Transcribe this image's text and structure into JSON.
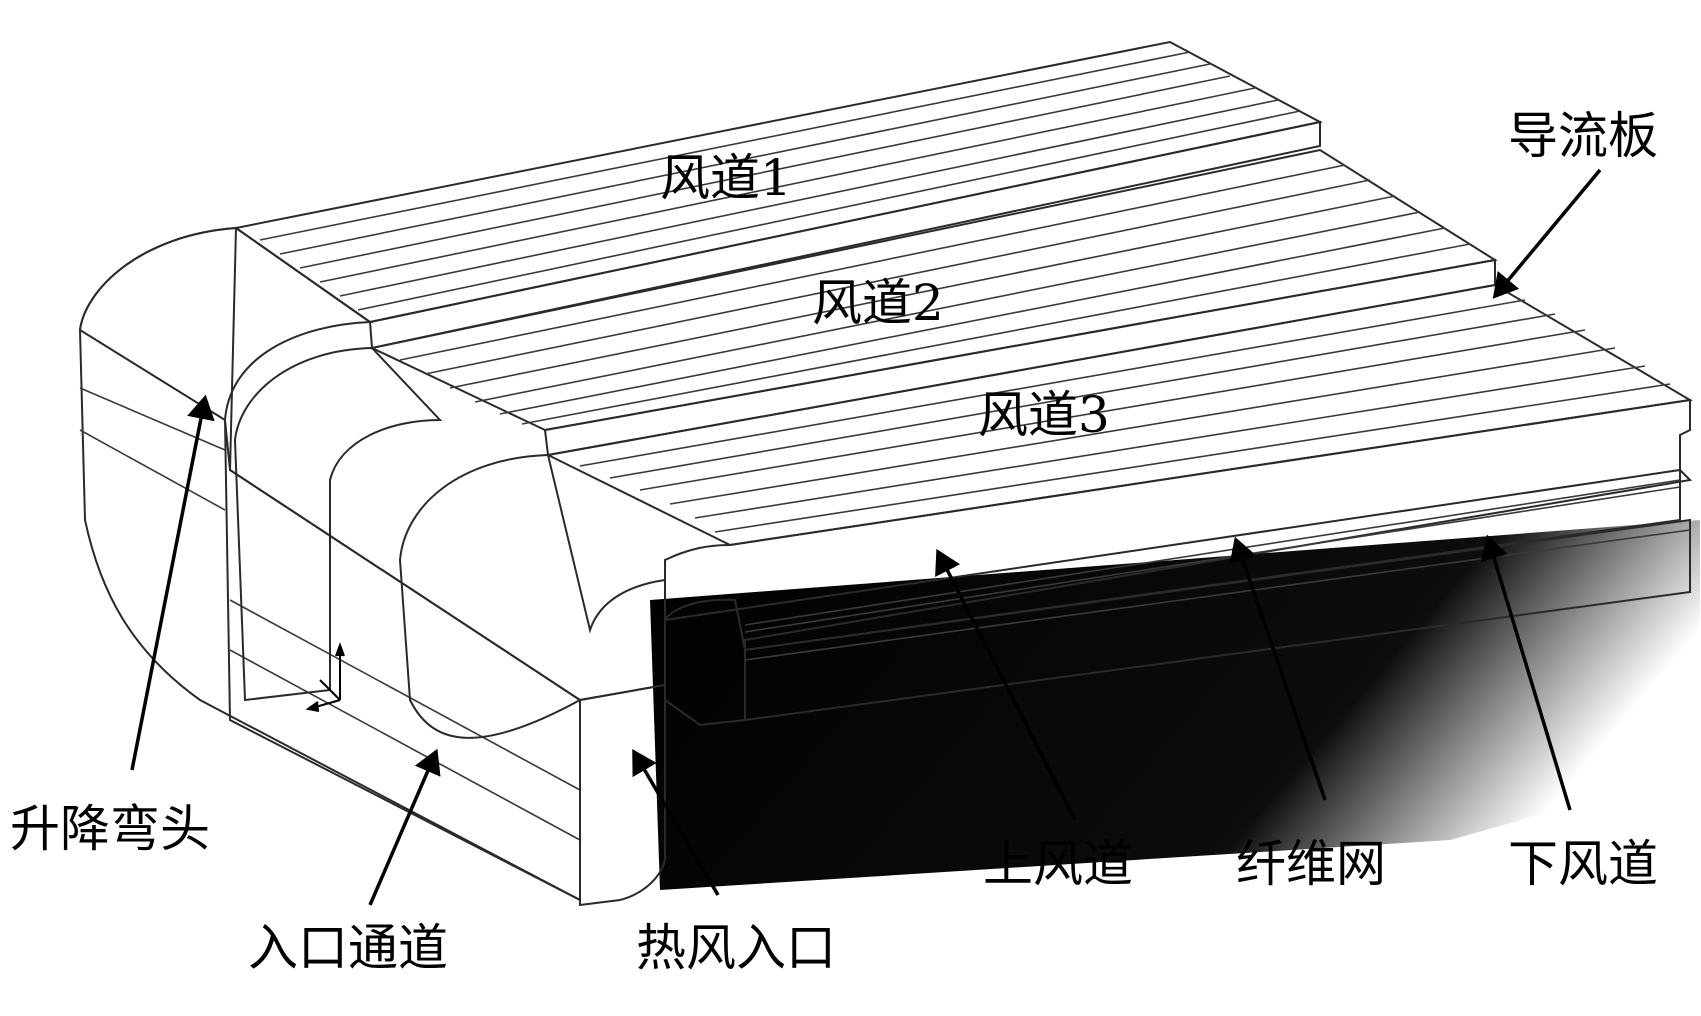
{
  "labels": {
    "duct1": "风道1",
    "duct2": "风道2",
    "duct3": "风道3",
    "baffle": "导流板",
    "riser_elbow": "升降弯头",
    "inlet_channel": "入口通道",
    "hot_air_inlet": "热风入口",
    "upper_duct": "上风道",
    "fiber_web": "纤维网",
    "lower_duct": "下风道"
  },
  "colors": {
    "top_face": "#f4f4f4",
    "side_face": "#bdbdbd",
    "front_face": "#e4e4e4",
    "shadow": "#050505",
    "line": "#2a2a2a"
  }
}
